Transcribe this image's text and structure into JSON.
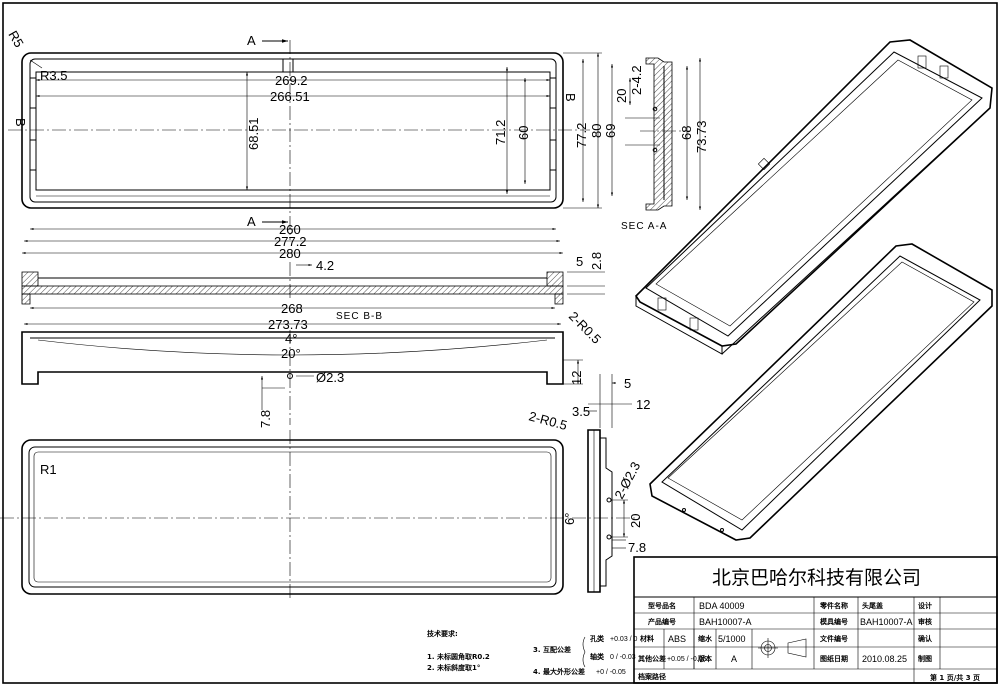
{
  "top_view": {
    "radius_outer": "R5",
    "radius_inner": "R3.5",
    "section_a": "A",
    "section_b": "B",
    "dims": [
      "269.2",
      "266.51",
      "68.51",
      "71.2",
      "60",
      "77.2",
      "80",
      "69",
      "260",
      "277.2",
      "280"
    ]
  },
  "section_a": {
    "dims": [
      "2-4.2",
      "20",
      "68",
      "73.73"
    ],
    "label": "SEC  A-A"
  },
  "section_b": {
    "dims": [
      "4.2",
      "5",
      "2.8",
      "268",
      "273.73",
      "2-R0.5"
    ],
    "label": "SEC  B-B"
  },
  "side_view": {
    "dims": [
      "4°",
      "20°",
      "Ø2.3",
      "12",
      "7.8"
    ]
  },
  "end_view": {
    "dims": [
      "5",
      "3.5",
      "12",
      "2-R0.5",
      "2-Ø2.3",
      "20",
      "6°",
      "7.8"
    ]
  },
  "bottom_view": {
    "radius": "R1"
  },
  "notes": {
    "title": "技术要求:",
    "items": [
      "1. 未标圆角取R0.2",
      "2. 未标斜度取1°"
    ],
    "tol3_label": "3. 互配公差",
    "tol3_hole": "孔类",
    "tol3_hole_tol": "+0.03 / 0",
    "tol3_shaft": "轴类",
    "tol3_shaft_tol": "0 / -0.03",
    "tol4_label": "4. 最大外形公差",
    "tol4_tol": "+0 / -0.05"
  },
  "title_block": {
    "company": "北京巴哈尔科技有限公司",
    "model_label": "型号品名",
    "model_value": "BDA 40009",
    "part_name_label": "零件名称",
    "part_name_value": "头尾盖",
    "design_label": "设计",
    "product_no_label": "产品编号",
    "product_no_value": "BAH10007-A",
    "mold_no_label": "模具编号",
    "mold_no_value": "BAH10007-A",
    "review_label": "审核",
    "material_label": "材料",
    "material_value": "ABS",
    "shrink_label": "缩水",
    "shrink_value": "5/1000",
    "file_no_label": "文件编号",
    "confirm_label": "确认",
    "other_tol_label": "其他公差",
    "other_tol_value": "+0.05 / -0.05",
    "version_label": "版本",
    "version_value": "A",
    "date_label": "图纸日期",
    "date_value": "2010.08.25",
    "draft_label": "制图",
    "path_label": "档案路径",
    "page": "第 1 页/共 3 页"
  }
}
